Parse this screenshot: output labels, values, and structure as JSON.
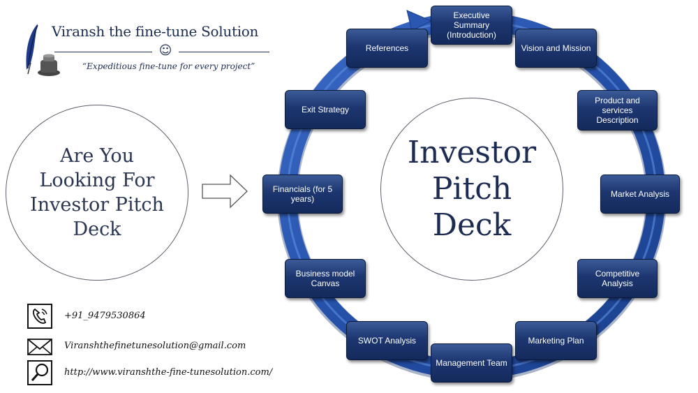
{
  "brand": {
    "name": "Viransh the fine-tune Solution",
    "smiley": "☺",
    "tagline": "“Expeditious fine-tune for every project”"
  },
  "question": {
    "text": "Are You Looking For Investor Pitch Deck"
  },
  "center": {
    "title": "Investor Pitch Deck"
  },
  "steps": [
    "Executive Summary (Introduction)",
    "Vision and Mission",
    "Product and services Description",
    "Market Analysis",
    "Competitive Analysis",
    "Marketing Plan",
    "Management Team",
    "SWOT Analysis",
    "Business model Canvas",
    "Financials (for 5 years)",
    "Exit Strategy",
    "References"
  ],
  "contacts": {
    "phone": "+91_9479530864",
    "email": "Viranshthefinetunesolution@gmail.com",
    "website": "http://www.viranshthe-fine-tunesolution.com/"
  },
  "colors": {
    "ring": "#2b58b0",
    "box": "#1d3670",
    "text_dark": "#1d2b52"
  },
  "icons": {
    "logo": "quill-inkwell-icon",
    "phone": "phone-icon",
    "email": "envelope-icon",
    "website": "magnifier-icon",
    "flow": "right-arrow-icon"
  }
}
